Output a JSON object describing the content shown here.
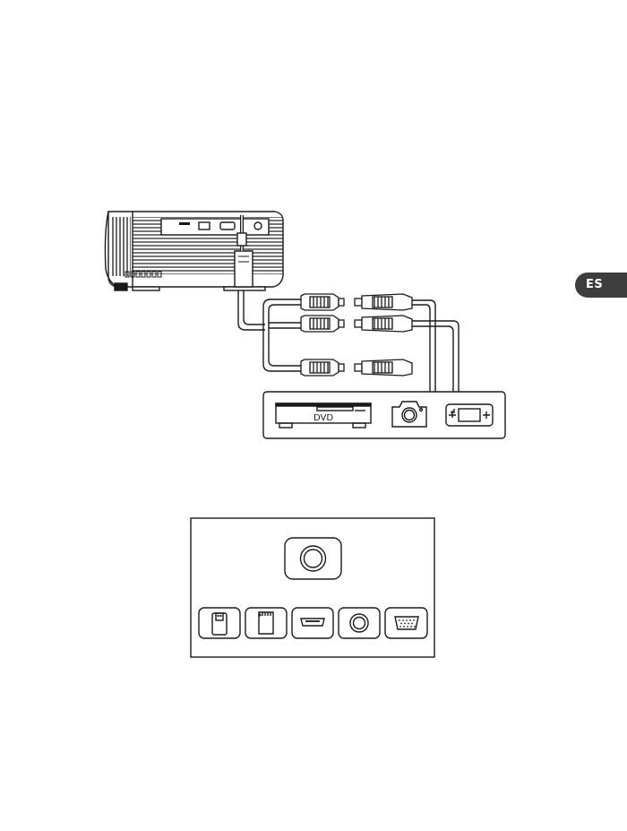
{
  "language_tab": {
    "label": "ES"
  },
  "diagram": {
    "dvd_player": {
      "label": "DVD"
    },
    "devices": [
      "dvd-player",
      "camera",
      "game-console"
    ],
    "panel_ports": [
      "usb",
      "sd-card",
      "hdmi",
      "av",
      "vga"
    ]
  },
  "colors": {
    "stroke": "#1a1a1a",
    "tab_bg": "#3d3d3d",
    "tab_text": "#ffffff",
    "background": "#ffffff"
  },
  "icons": [
    "projector-icon",
    "rca-plug-icon",
    "dvd-player-icon",
    "camera-icon",
    "game-console-icon",
    "av-port-icon",
    "usb-port-icon",
    "sd-card-port-icon",
    "hdmi-port-icon",
    "vga-port-icon"
  ]
}
